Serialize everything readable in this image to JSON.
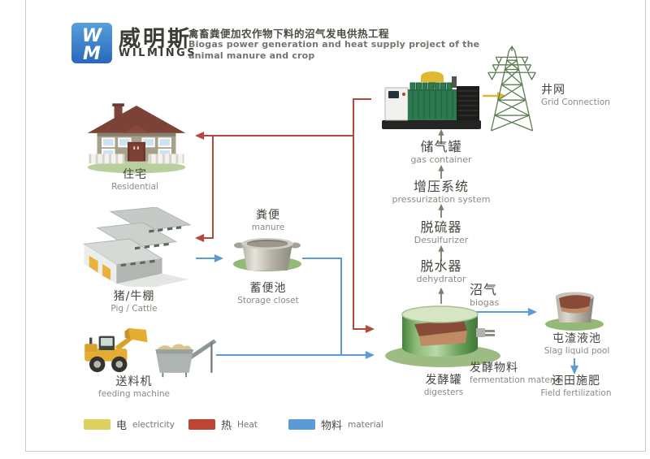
{
  "header": {
    "logo_top": "W",
    "logo_bottom": "M",
    "brand_cn": "威明斯",
    "brand_en": "WILMINGS",
    "title_cn": "禽畜粪便加农作物下料的沼气发电供热工程",
    "title_en_line1": "Biogas power generation and heat supply project of the",
    "title_en_line2": "animal manure and crop"
  },
  "nodes": {
    "residential": {
      "cn": "住宅",
      "en": "Residential"
    },
    "pig_cattle": {
      "cn": "猪/牛棚",
      "en": "Pig / Cattle"
    },
    "feeding_machine": {
      "cn": "送料机",
      "en": "feeding machine"
    },
    "manure": {
      "cn": "粪便",
      "en": "manure"
    },
    "storage_closet": {
      "cn": "蓄便池",
      "en": "Storage closet"
    },
    "digesters": {
      "cn": "发酵罐",
      "en": "digesters"
    },
    "fermentation_material": {
      "cn": "发酵物料",
      "en": "fermentation material"
    },
    "biogas": {
      "cn": "沼气",
      "en": "biogas"
    },
    "dehydrator": {
      "cn": "脱水器",
      "en": "dehydrator"
    },
    "desulfurizer": {
      "cn": "脱硫器",
      "en": "Desulfurizer"
    },
    "pressurization_system": {
      "cn": "增压系统",
      "en": "pressurization system"
    },
    "gas_container": {
      "cn": "储气罐",
      "en": "gas container"
    },
    "grid_connection": {
      "cn": "井网",
      "en": "Grid Connection"
    },
    "slag_liquid_pool": {
      "cn": "屯渣液池",
      "en": "Slag liquid pool"
    },
    "field_fertilization": {
      "cn": "还田施肥",
      "en": "Field fertilization"
    }
  },
  "legend": {
    "electricity": {
      "cn": "电",
      "en": "electricity",
      "color": "#ddd261"
    },
    "heat": {
      "cn": "热",
      "en": "Heat",
      "color": "#bc4534"
    },
    "material": {
      "cn": "物料",
      "en": "material",
      "color": "#5b9bd5"
    }
  },
  "colors": {
    "heat_line": "#b14a3c",
    "material_line": "#5b9bd5",
    "electricity_arrow": "#d9b63e",
    "biogas_arrow": "#7d7d6f",
    "brand_blue": "#3f86cd"
  }
}
